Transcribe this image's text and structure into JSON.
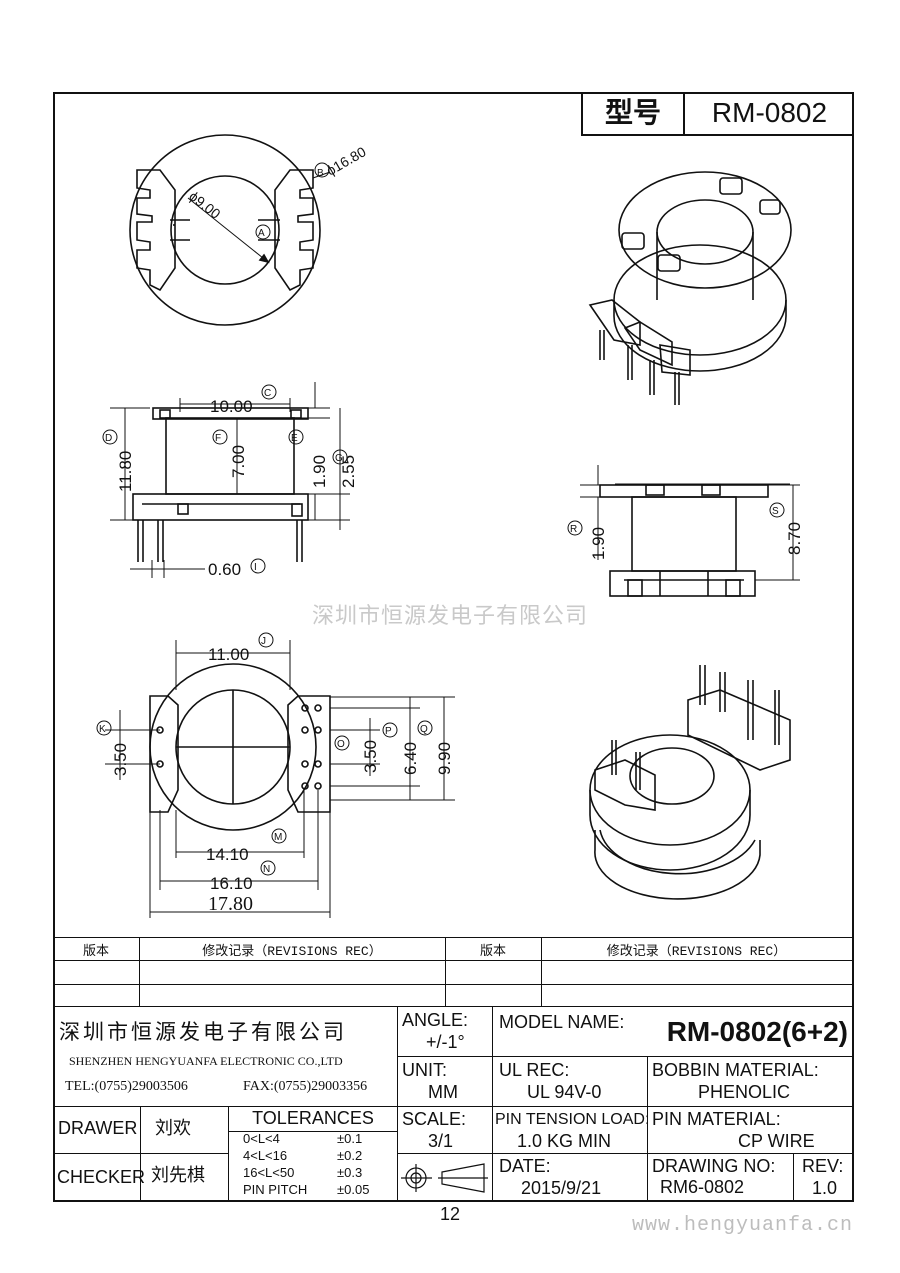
{
  "header": {
    "model_label": "型号",
    "model_value": "RM-0802"
  },
  "dims": {
    "B": "B",
    "B_val": "ϕ16.80",
    "A": "A",
    "A_val": "ϕ9.00",
    "C": "C",
    "C_val": "10.00",
    "D": "D",
    "D_val": "11.80",
    "F": "F",
    "F_val": "7.00",
    "E": "E",
    "E_val": "1.90",
    "G": "G",
    "G_val": "2.55",
    "I": "I",
    "I_val": "0.60",
    "R": "R",
    "R_val": "1.90",
    "S": "S",
    "S_val": "8.70",
    "J": "J",
    "J_val": "11.00",
    "K": "K",
    "K_val": "3.50",
    "O": "O",
    "O_val": "3.50",
    "P": "P",
    "P_val": "6.40",
    "Q": "Q",
    "Q_val": "9.90",
    "M": "M",
    "M_val": "14.10",
    "N": "N",
    "N_val": "16.10",
    "L_val": "17.80"
  },
  "watermark_company": "深圳市恒源发电子有限公司",
  "watermark_url": "www.hengyuanfa.cn",
  "revisions": {
    "col1": "版本",
    "col2": "修改记录（REVISIONS REC）",
    "col3": "版本",
    "col4": "修改记录（REVISIONS REC）"
  },
  "title_block": {
    "company_cn": "深圳市恒源发电子有限公司",
    "company_en": "SHENZHEN HENGYUANFA ELECTRONIC CO.,LTD",
    "tel": "TEL:(0755)29003506",
    "fax": "FAX:(0755)29003356",
    "angle_label": "ANGLE:",
    "angle_value": "+/-1°",
    "model_name_label": "MODEL NAME:",
    "model_name_value": "RM-0802(6+2)",
    "unit_label": "UNIT:",
    "unit_value": "MM",
    "ul_label": "UL REC:",
    "ul_value": "UL 94V-0",
    "bobbin_label": "BOBBIN MATERIAL:",
    "bobbin_value": "PHENOLIC",
    "drawer_label": "DRAWER",
    "drawer_value": "刘欢",
    "checker_label": "CHECKER",
    "checker_value": "刘先棋",
    "tolerances_label": "TOLERANCES",
    "tol_rows": [
      {
        "range": "0<L<4",
        "value": "±0.1"
      },
      {
        "range": "4<L<16",
        "value": "±0.2"
      },
      {
        "range": "16<L<50",
        "value": "±0.3"
      },
      {
        "range": "PIN PITCH",
        "value": "±0.05"
      }
    ],
    "scale_label": "SCALE:",
    "scale_value": "3/1",
    "pin_tension_label": "PIN TENSION LOAD:",
    "pin_tension_value": "1.0 KG MIN",
    "pin_material_label": "PIN MATERIAL:",
    "pin_material_value": "CP WIRE",
    "date_label": "DATE:",
    "date_value": "2015/9/21",
    "drawing_no_label": "DRAWING NO:",
    "drawing_no_value": "RM6-0802",
    "rev_label": "REV:",
    "rev_value": "1.0"
  },
  "page_number": "12"
}
